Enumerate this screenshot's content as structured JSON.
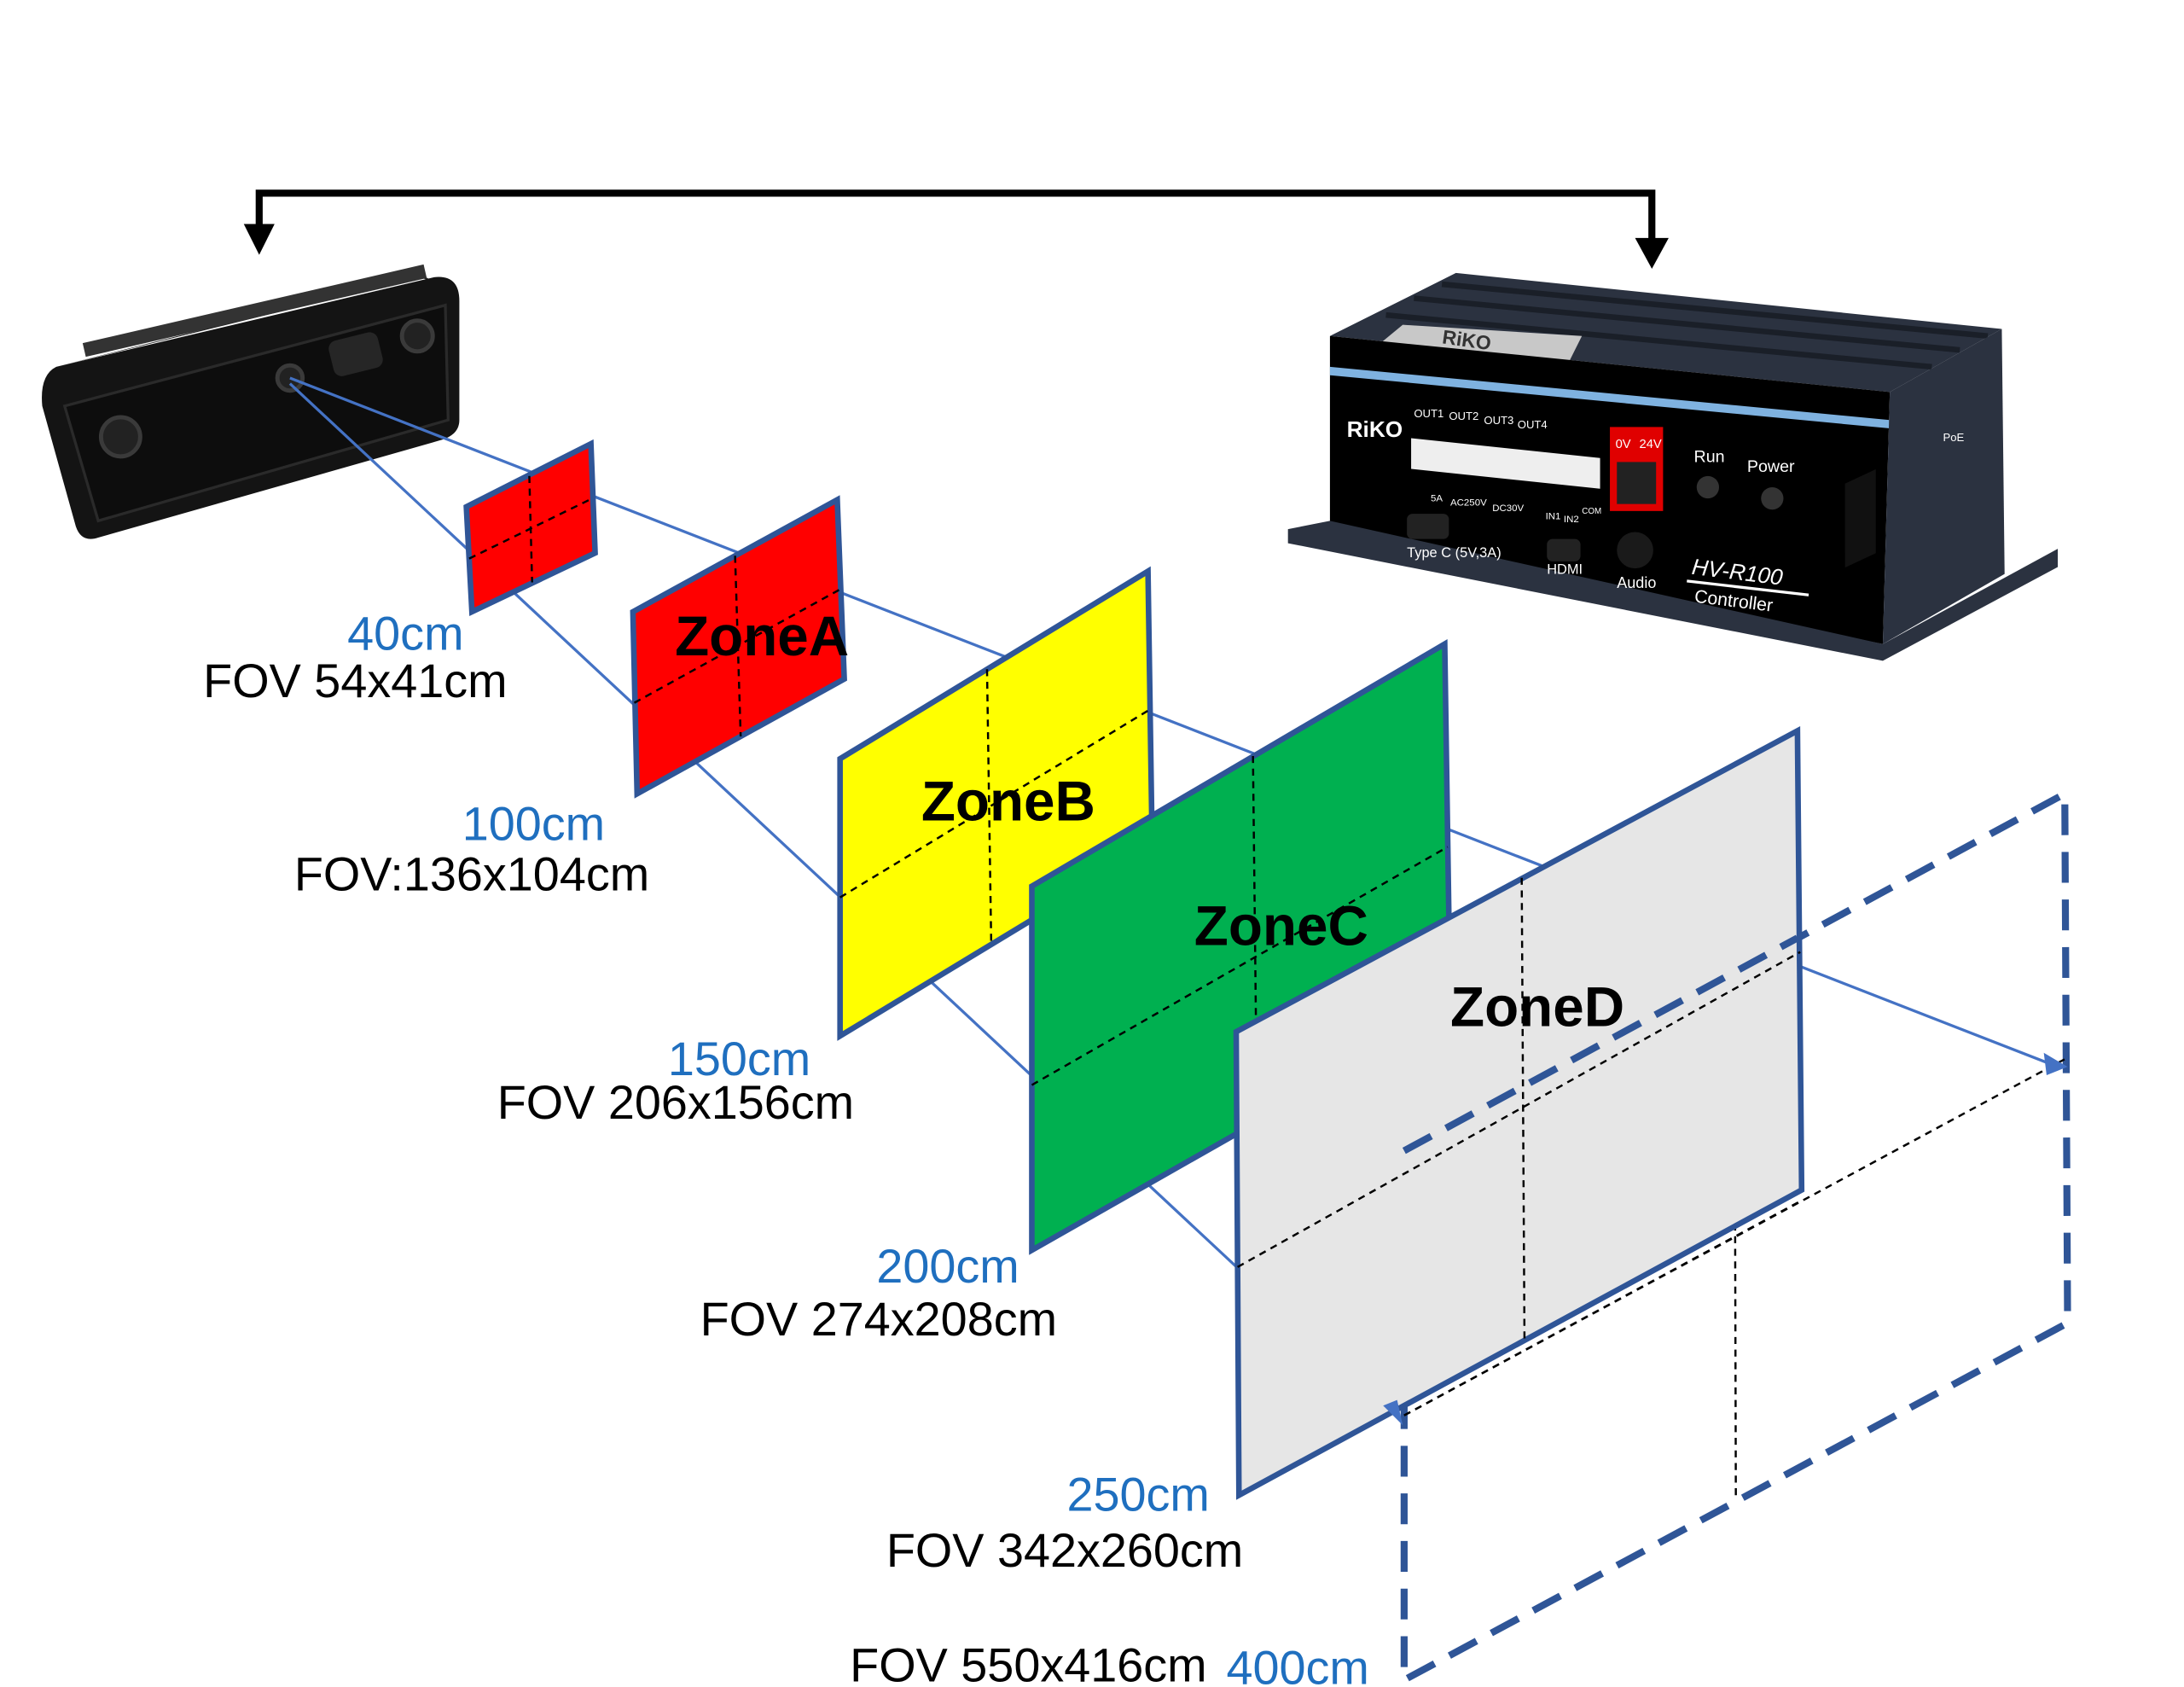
{
  "colors": {
    "zone_a": "#ff0000",
    "zone_b": "#ffff00",
    "zone_c": "#00b050",
    "zone_d": "#e6e6e6",
    "border": "#2f5597",
    "ray": "#4472c4",
    "distance_text": "#1f6fbf"
  },
  "devices": {
    "camera": {
      "icon": "3d-camera-icon"
    },
    "controller": {
      "brand": "RiKO",
      "model": "HV-R100",
      "subtitle": "Controller",
      "ports": [
        "OUT1",
        "OUT2",
        "OUT3",
        "OUT4",
        "5A",
        "AC250V",
        "DC30V",
        "IN1",
        "IN2",
        "COM",
        "0V",
        "24V",
        "Run",
        "Power",
        "Type C (5V,3A)",
        "HDMI",
        "Audio",
        "PoE"
      ]
    }
  },
  "zones": [
    {
      "name": "",
      "distance": "40cm",
      "fov": "FOV 54x41cm",
      "color": "#ff0000"
    },
    {
      "name": "ZoneA",
      "distance": "100cm",
      "fov": "FOV:136x104cm",
      "color": "#ff0000"
    },
    {
      "name": "ZoneB",
      "distance": "150cm",
      "fov": "FOV 206x156cm",
      "color": "#ffff00"
    },
    {
      "name": "ZoneC",
      "distance": "200cm",
      "fov": "FOV 274x208cm",
      "color": "#00b050"
    },
    {
      "name": "ZoneD",
      "distance": "250cm",
      "fov": "FOV 342x260cm",
      "color": "#e6e6e6"
    },
    {
      "name": "",
      "distance": "400cm",
      "fov": "FOV 550x416cm",
      "color": "none"
    }
  ]
}
